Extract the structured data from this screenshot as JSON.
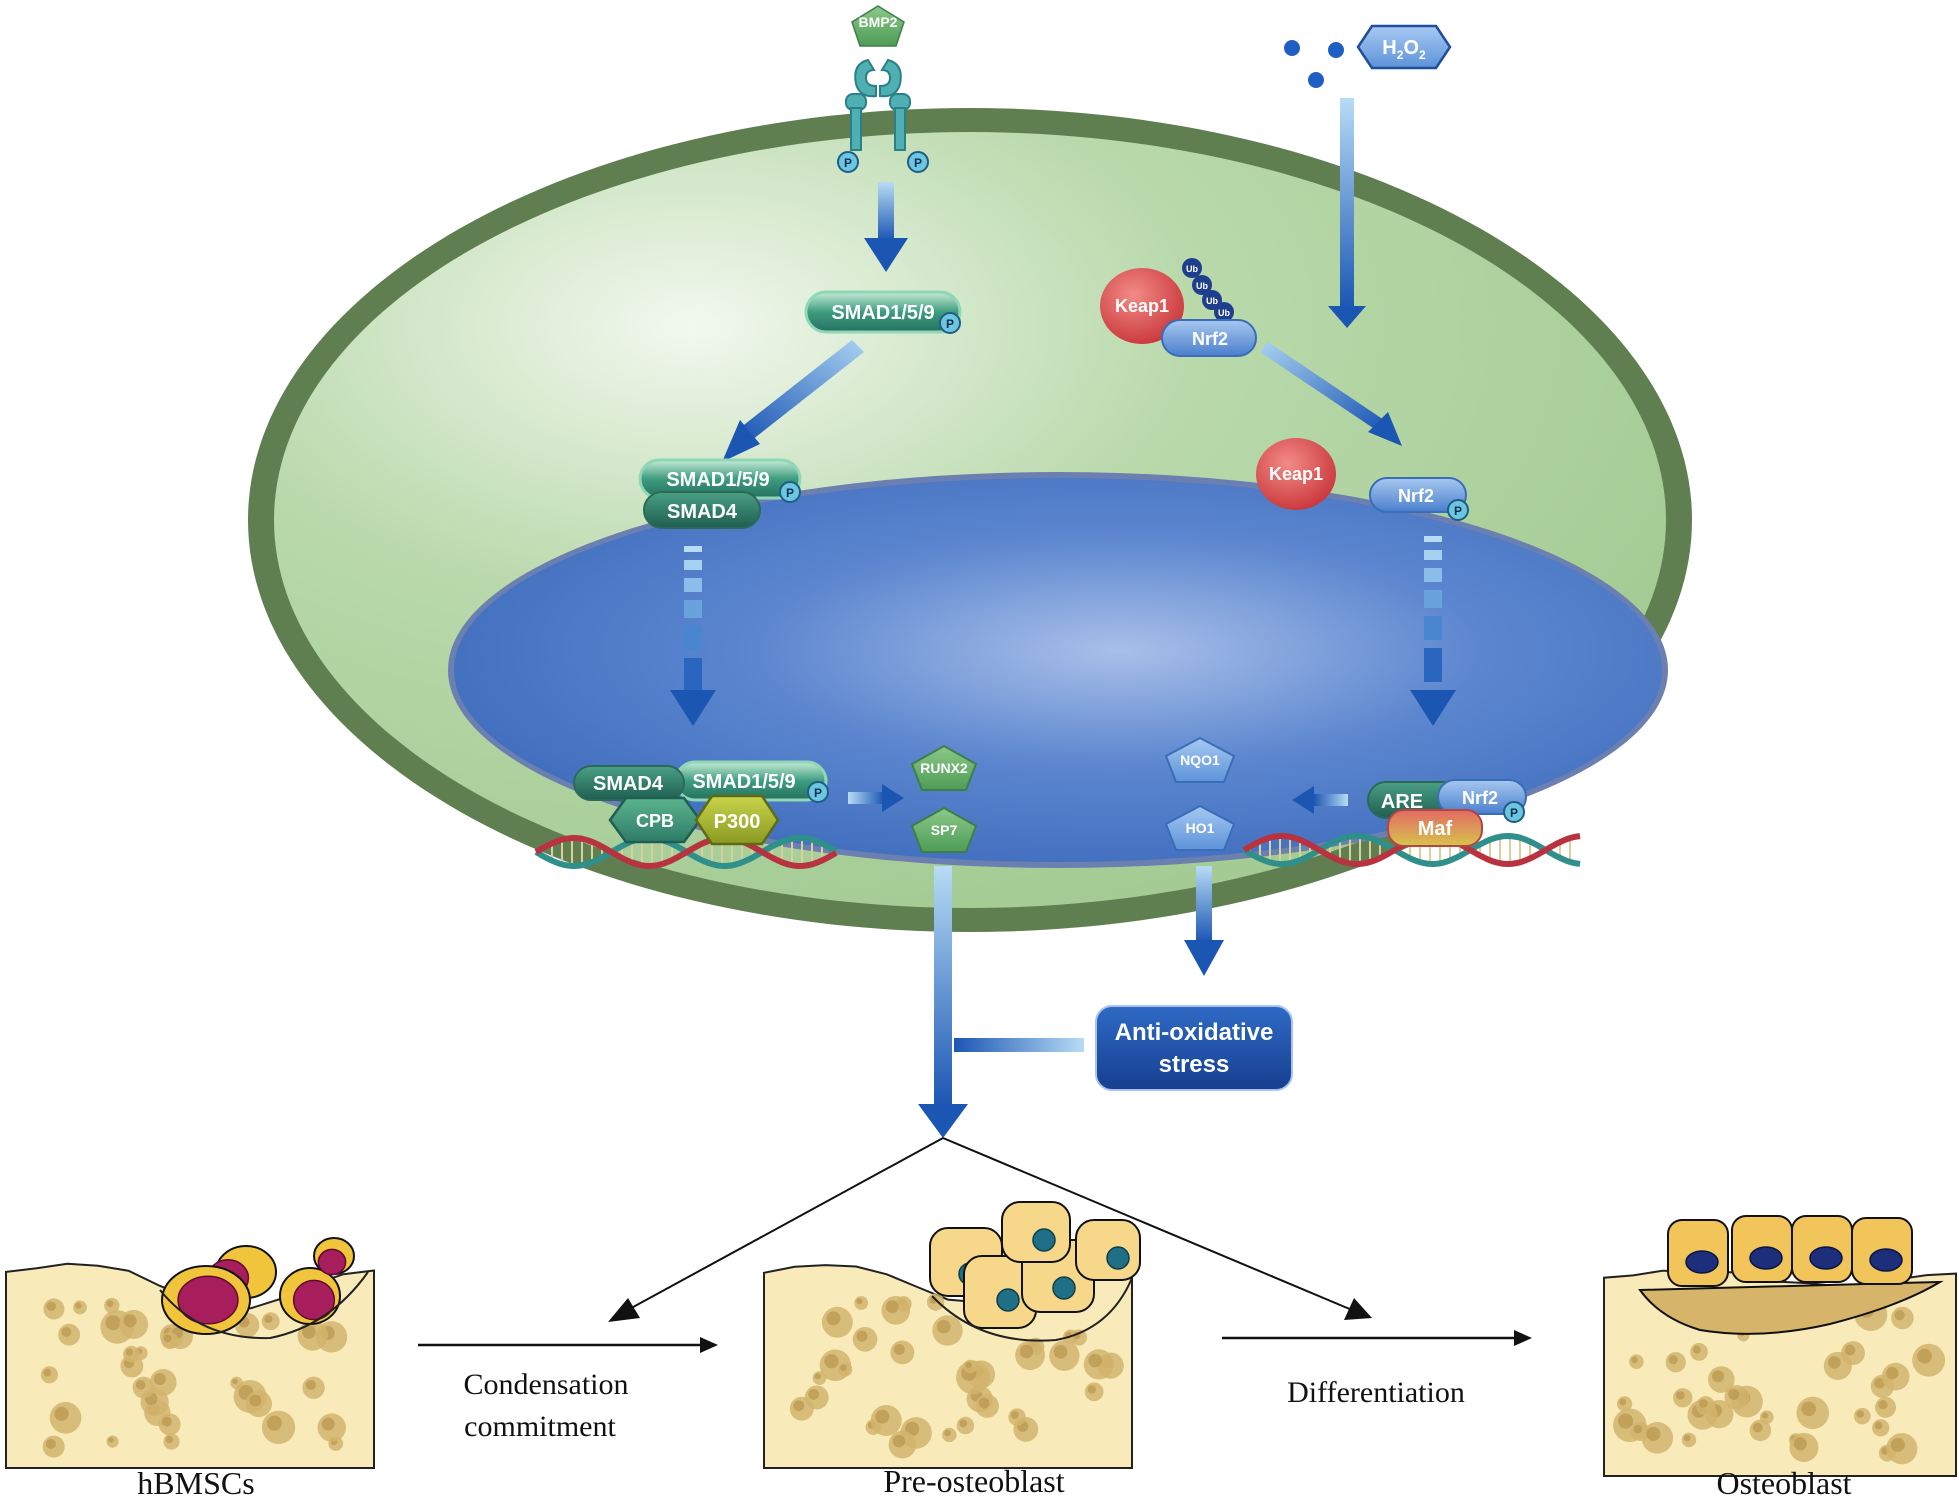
{
  "signals": {
    "bmp2": "BMP2",
    "h2o2_main": "H",
    "h2o2_sub1": "2",
    "h2o2_mid": "O",
    "h2o2_sub2": "2"
  },
  "phospho": "P",
  "ubiquitin": "Ub",
  "cytoplasm": {
    "smad159_receptor": "SMAD1/5/9",
    "smad159_complex": "SMAD1/5/9",
    "smad4_complex": "SMAD4",
    "keap1_bound": "Keap1",
    "nrf2_bound": "Nrf2",
    "keap1_free": "Keap1",
    "nrf2_free": "Nrf2"
  },
  "nucleus": {
    "smad4": "SMAD4",
    "smad159": "SMAD1/5/9",
    "cpb": "CPB",
    "p300": "P300",
    "runx2": "RUNX2",
    "sp7": "SP7",
    "nqo1": "NQO1",
    "ho1": "HO1",
    "are": "ARE",
    "nrf2": "Nrf2",
    "maf": "Maf"
  },
  "outcome": {
    "line1": "Anti-oxidative",
    "line2": "stress"
  },
  "stages": {
    "stage1": "hBMSCs",
    "stage2": "Pre-osteoblast",
    "stage3": "Osteoblast",
    "transition1_line1": "Condensation",
    "transition1_line2": "commitment",
    "transition2": "Differentiation"
  },
  "colors": {
    "cell_border": "#5e7d4f",
    "cytoplasm": "#a9cf9a",
    "nucleus": "#4a78c2",
    "arrow_blue": "#1f5fb8",
    "smad_green": "#2f7d6a",
    "keap_red": "#d8454a",
    "nrf2_blue": "#5b8fd6",
    "outcome_box": "#1d4fa8",
    "bone": "#f6e7b6"
  }
}
